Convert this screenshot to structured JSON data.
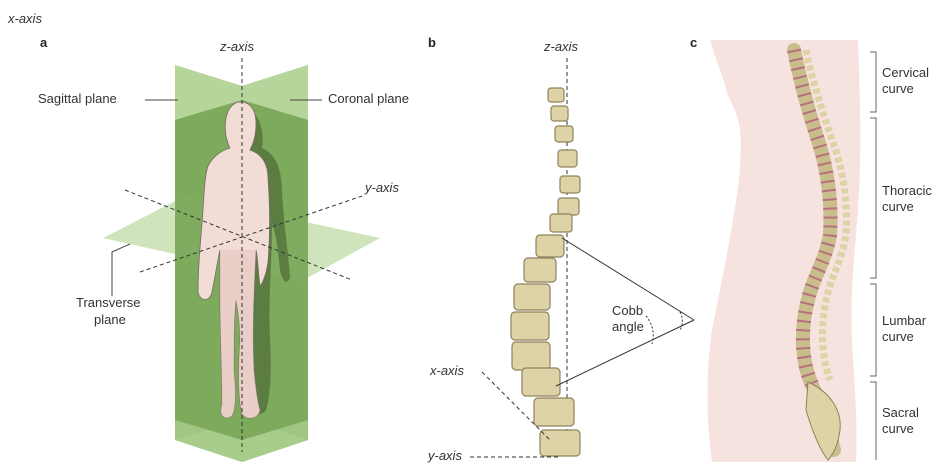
{
  "top_label": "x-axis",
  "panel_a": {
    "letter": "a",
    "z_axis": "z-axis",
    "y_axis": "y-axis",
    "sagittal_plane": "Sagittal plane",
    "coronal_plane": "Coronal plane",
    "transverse_plane_line1": "Transverse",
    "transverse_plane_line2": "plane"
  },
  "panel_b": {
    "letter": "b",
    "z_axis": "z-axis",
    "x_axis": "x-axis",
    "y_axis": "y-axis",
    "cobb_line1": "Cobb",
    "cobb_line2": "angle"
  },
  "panel_c": {
    "letter": "c",
    "regions": [
      {
        "line1": "Cervical",
        "line2": "curve"
      },
      {
        "line1": "Thoracic",
        "line2": "curve"
      },
      {
        "line1": "Lumbar",
        "line2": "curve"
      },
      {
        "line1": "Sacral",
        "line2": "curve"
      }
    ]
  },
  "colors": {
    "plane_green": "#7fae5f",
    "plane_light_green": "#c8deb0",
    "skin_pink": "#f4dcd7",
    "body_shadow_green": "#5d7d44",
    "vertebra": "#ddd3a6",
    "vertebra_edge": "#8f825a",
    "disc": "#b7707d"
  }
}
